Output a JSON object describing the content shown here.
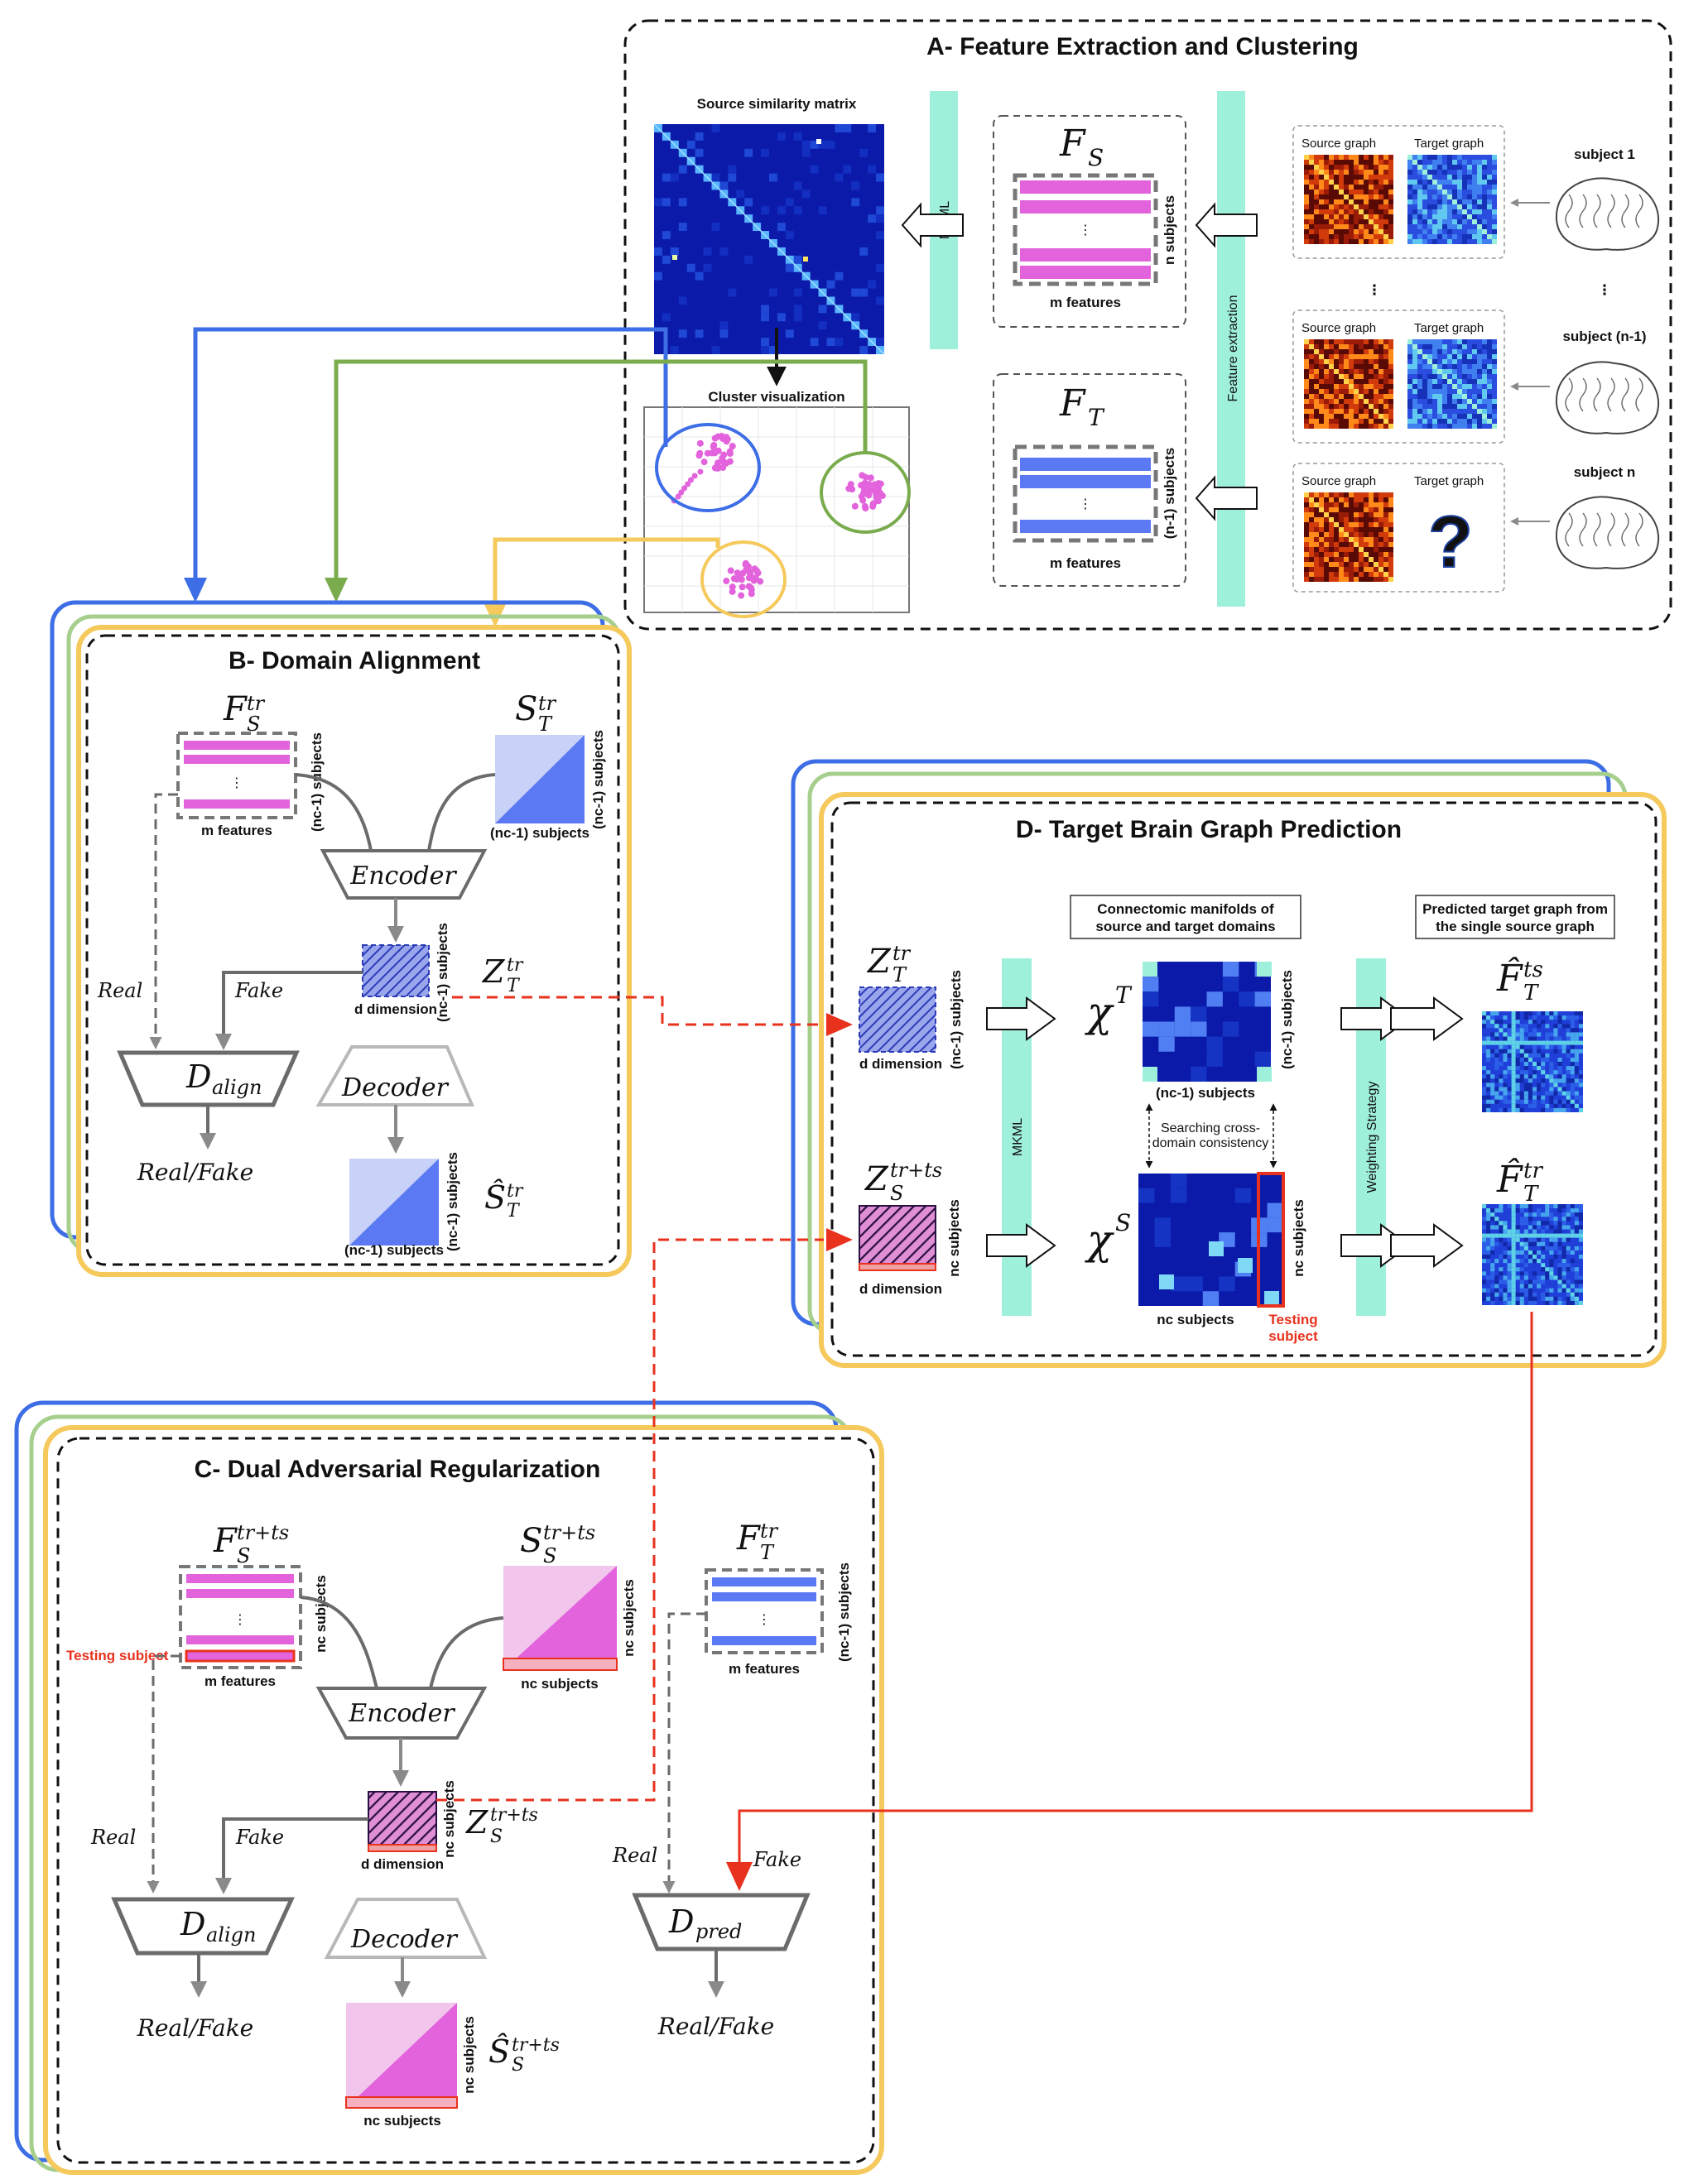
{
  "colors": {
    "blue": "#3e6ee6",
    "green": "#7aac4e",
    "yellow": "#f5c95b",
    "red_arrow": "#e8321e",
    "magenta": "#e263dc",
    "feature_blue": "#5b79f2",
    "aqua": "#9ff0db",
    "matrix_navy": "#0b1aa8"
  },
  "panel_a": {
    "title": "A- Feature Extraction and Clustering",
    "similarity_matrix_title": "Source similarity matrix",
    "mkml": "MKML",
    "feature_extraction": "Feature extraction",
    "fs_main": "F",
    "fs_sub": "S",
    "ft_main": "F",
    "ft_sub": "T",
    "n_subjects": "n subjects",
    "n1_subjects": "(n-1) subjects",
    "m_features_1": "m features",
    "m_features_2": "m features",
    "cluster_title": "Cluster visualization",
    "subject_1": "subject 1",
    "subject_n1": "subject (n-1)",
    "subject_n": "subject n",
    "source_graph": "Source graph",
    "target_graph": "Target graph",
    "question_mark": "?",
    "ellipsis": "⋮"
  },
  "panel_b": {
    "title": "B- Domain Alignment",
    "fs_label": "F",
    "fs_sup": "tr",
    "fs_sub": "S",
    "st_label": "S",
    "st_sup": "tr",
    "st_sub": "T",
    "nc1_subjects": "(nc-1) subjects",
    "m_features": "m features",
    "encoder": "Encoder",
    "decoder": "Decoder",
    "d_dimension": "d dimension",
    "z_label": "Z",
    "z_sup": "tr",
    "z_sub": "T",
    "d_align": "D",
    "d_align_sub": "align",
    "real": "Real",
    "fake": "Fake",
    "real_fake": "Real/Fake",
    "shat_label": "Ŝ",
    "shat_sup": "tr",
    "shat_sub": "T"
  },
  "panel_c": {
    "title": "C- Dual Adversarial Regularization",
    "fs_label": "F",
    "fs_sup": "tr+ts",
    "fs_sub": "S",
    "ss_label": "S",
    "ss_sup": "tr+ts",
    "ss_sub": "S",
    "ft_label": "F",
    "ft_sup": "tr",
    "ft_sub": "T",
    "nc_subjects": "nc subjects",
    "nc1_subjects": "(nc-1) subjects",
    "testing_subject": "Testing subject",
    "m_features": "m features",
    "encoder": "Encoder",
    "decoder": "Decoder",
    "d_dimension": "d dimension",
    "z_label": "Z",
    "z_sup": "tr+ts",
    "z_sub": "S",
    "d_align": "D",
    "d_align_sub": "align",
    "d_pred": "D",
    "d_pred_sub": "pred",
    "real": "Real",
    "fake": "Fake",
    "real_fake": "Real/Fake",
    "shat_label": "Ŝ",
    "shat_sup": "tr+ts",
    "shat_sub": "S"
  },
  "panel_d": {
    "title": "D- Target Brain Graph Prediction",
    "manifold_box": [
      "Connectomic manifolds of",
      "source and target domains"
    ],
    "pred_box": [
      "Predicted target graph from",
      "the single source graph"
    ],
    "zt_label": "Z",
    "zt_sup": "tr",
    "zt_sub": "T",
    "zs_label": "Z",
    "zs_sup": "tr+ts",
    "zs_sub": "S",
    "d_dimension": "d dimension",
    "nc1_subjects": "(nc-1) subjects",
    "nc_subjects": "nc subjects",
    "mkml": "MKML",
    "weighting": "Weighting Strategy",
    "chi": "χ",
    "chi_t_sup": "T",
    "chi_s_sup": "S",
    "searching": [
      "Searching cross-",
      "domain consistency"
    ],
    "testing": [
      "Testing",
      "subject"
    ],
    "fhat_label": "F̂",
    "fhat_ts_sup": "ts",
    "fhat_tr_sup": "tr",
    "fhat_sub": "T"
  }
}
